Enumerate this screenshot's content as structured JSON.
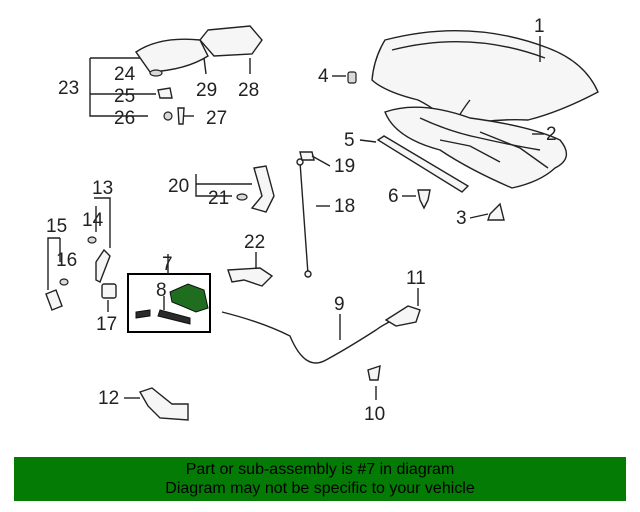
{
  "callouts": {
    "c1": "1",
    "c2": "2",
    "c3": "3",
    "c4": "4",
    "c5": "5",
    "c6": "6",
    "c7": "7",
    "c8": "8",
    "c9": "9",
    "c10": "10",
    "c11": "11",
    "c12": "12",
    "c13": "13",
    "c14": "14",
    "c15": "15",
    "c16": "16",
    "c17": "17",
    "c18": "18",
    "c19": "19",
    "c20": "20",
    "c21": "21",
    "c22": "22",
    "c23": "23",
    "c24": "24",
    "c25": "25",
    "c26": "26",
    "c27": "27",
    "c28": "28",
    "c29": "29"
  },
  "highlighted_part": "7",
  "banner": {
    "line1": "Part or sub-assembly is #7 in diagram",
    "line2": "Diagram may not be specific to your vehicle",
    "color": "#047b04"
  }
}
